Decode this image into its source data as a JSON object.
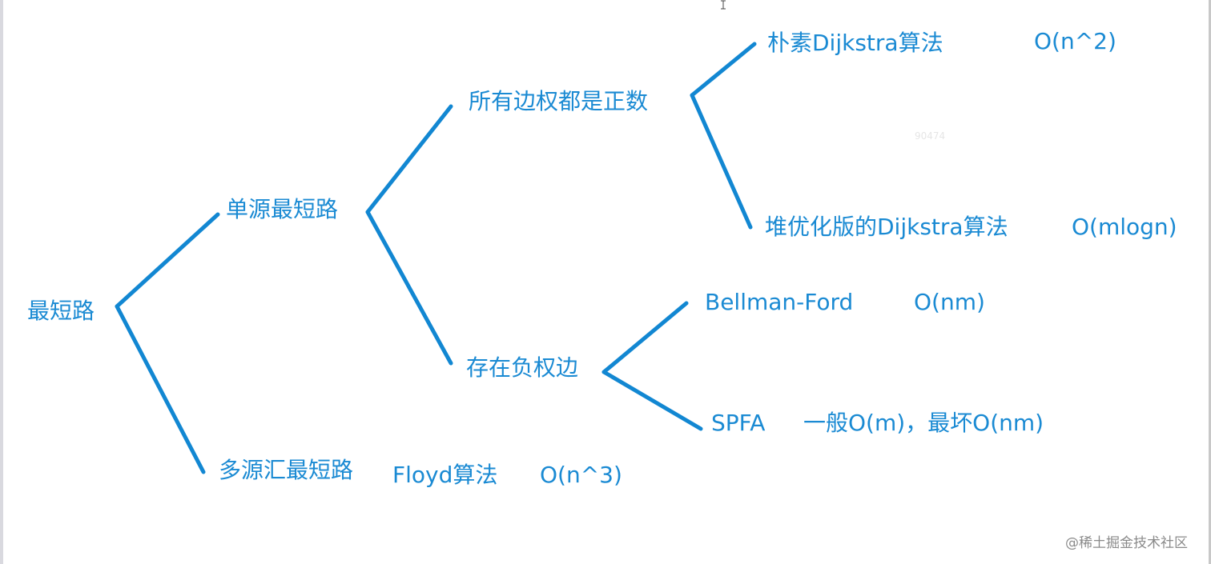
{
  "diagram": {
    "root": "最短路",
    "single_source": "单源最短路",
    "all_positive": "所有边权都是正数",
    "naive_dijkstra": "朴素Dijkstra算法",
    "naive_dijkstra_complexity": "O(n^2)",
    "heap_dijkstra": "堆优化版的Dijkstra算法",
    "heap_dijkstra_complexity": "O(mlogn)",
    "negative_edges": "存在负权边",
    "bellman_ford": "Bellman-Ford",
    "bellman_ford_complexity": "O(nm)",
    "spfa": "SPFA",
    "spfa_complexity": "一般O(m)，最坏O(nm)",
    "multi_source": "多源汇最短路",
    "floyd": "Floyd算法",
    "floyd_complexity": "O(n^3)"
  },
  "overlay": {
    "faint_number": "90474",
    "footer_watermark": "@稀土掘金技术社区"
  },
  "colors": {
    "node_text": "#1a8ad3",
    "edge_line": "#1287d2"
  }
}
